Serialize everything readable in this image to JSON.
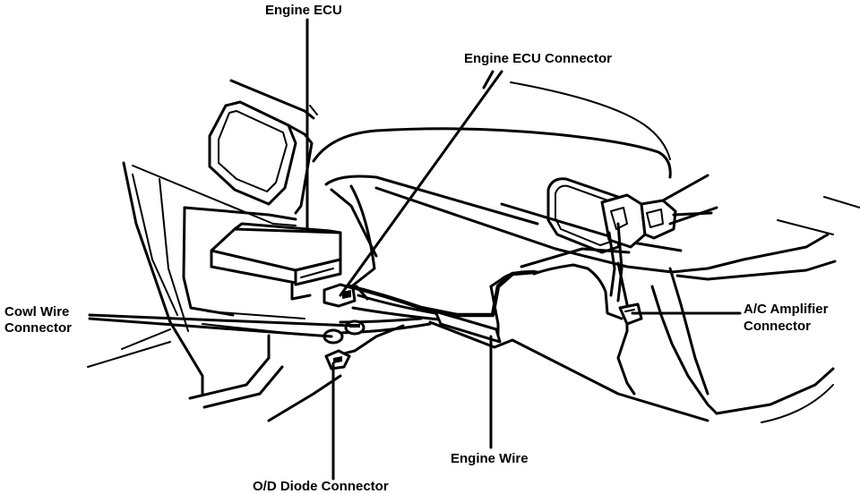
{
  "labels": {
    "engine_ecu": "Engine ECU",
    "engine_ecu_connector": "Engine ECU Connector",
    "cowl_wire_connector_line1": "Cowl Wire",
    "cowl_wire_connector_line2": "Connector",
    "ac_amplifier_connector_line1": "A/C Amplifier",
    "ac_amplifier_connector_line2": "Connector",
    "engine_wire": "Engine Wire",
    "od_diode_connector": "O/D Diode Connector"
  }
}
